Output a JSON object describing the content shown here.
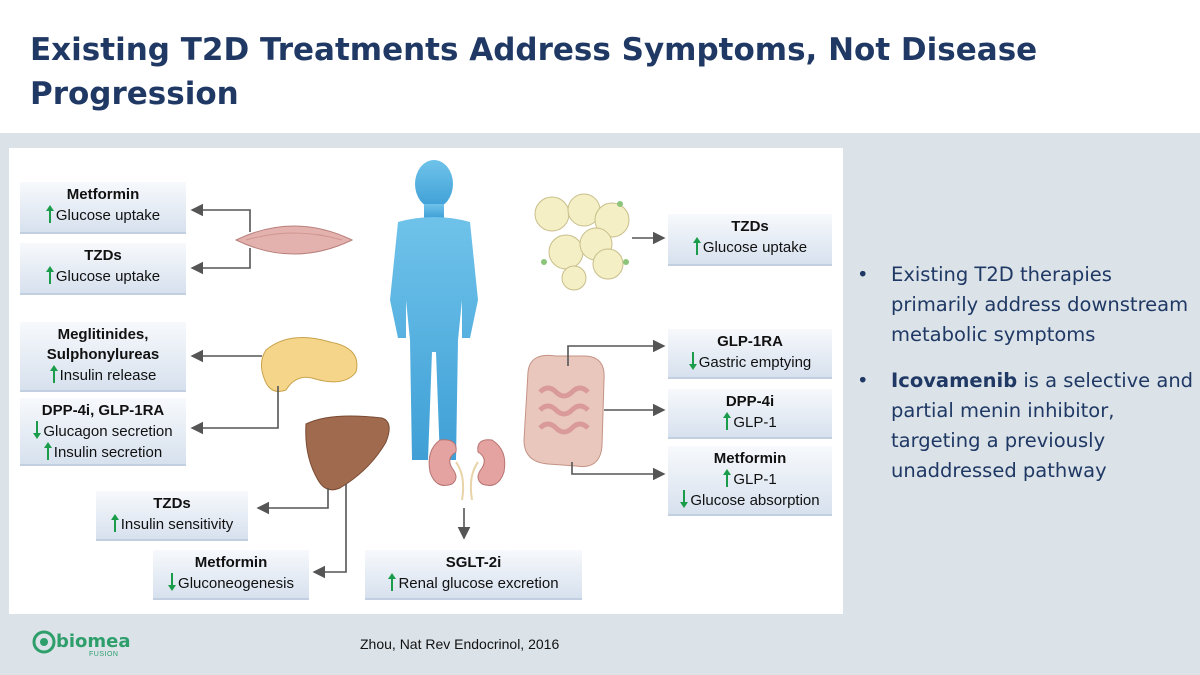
{
  "slide": {
    "title_line1": "Existing T2D Treatments Address Symptoms, Not Disease",
    "title_line2": "Progression",
    "citation": "Zhou, Nat Rev Endocrinol, 2016"
  },
  "diagram": {
    "boxes": {
      "muscle_metformin": {
        "drug": "Metformin",
        "effects": [
          {
            "dir": "up",
            "text": "Glucose uptake"
          }
        ]
      },
      "muscle_tzds": {
        "drug": "TZDs",
        "effects": [
          {
            "dir": "up",
            "text": "Glucose uptake"
          }
        ]
      },
      "pancreas_meglitinides": {
        "drug_line1": "Meglitinides,",
        "drug_line2": "Sulphonylureas",
        "effects": [
          {
            "dir": "up",
            "text": "Insulin release"
          }
        ]
      },
      "pancreas_dpp4": {
        "drug": "DPP-4i, GLP-1RA",
        "effects": [
          {
            "dir": "down",
            "text": "Glucagon secretion"
          },
          {
            "dir": "up",
            "text": "Insulin secretion"
          }
        ]
      },
      "liver_tzds": {
        "drug": "TZDs",
        "effects": [
          {
            "dir": "up",
            "text": "Insulin sensitivity"
          }
        ]
      },
      "liver_metformin": {
        "drug": "Metformin",
        "effects": [
          {
            "dir": "down",
            "text": "Gluconeogenesis"
          }
        ]
      },
      "kidney_sglt2": {
        "drug": "SGLT-2i",
        "effects": [
          {
            "dir": "up",
            "text": "Renal glucose excretion"
          }
        ]
      },
      "fat_tzds": {
        "drug": "TZDs",
        "effects": [
          {
            "dir": "up",
            "text": "Glucose uptake"
          }
        ]
      },
      "gut_glp1ra": {
        "drug": "GLP-1RA",
        "effects": [
          {
            "dir": "down",
            "text": "Gastric emptying"
          }
        ]
      },
      "gut_dpp4": {
        "drug": "DPP-4i",
        "effects": [
          {
            "dir": "up",
            "text": "GLP-1"
          }
        ]
      },
      "gut_metformin": {
        "drug": "Metformin",
        "effects": [
          {
            "dir": "up",
            "text": "GLP-1"
          },
          {
            "dir": "down",
            "text": "Glucose absorption"
          }
        ]
      }
    },
    "colors": {
      "arrow_up": "#1a9c4a",
      "arrow_down": "#1a9c4a",
      "connector": "#555555"
    }
  },
  "bullets": [
    {
      "bold": "",
      "text": "Existing T2D therapies primarily address downstream metabolic symptoms"
    },
    {
      "bold": "Icovamenib",
      "text": " is a selective and partial menin inhibitor, targeting a previously unaddressed pathway"
    }
  ],
  "logo": {
    "name": "biomea",
    "sub": "FUSION"
  },
  "colors": {
    "title": "#1f3864",
    "band": "#dbe3e9",
    "brand_green": "#2e9e6b"
  }
}
